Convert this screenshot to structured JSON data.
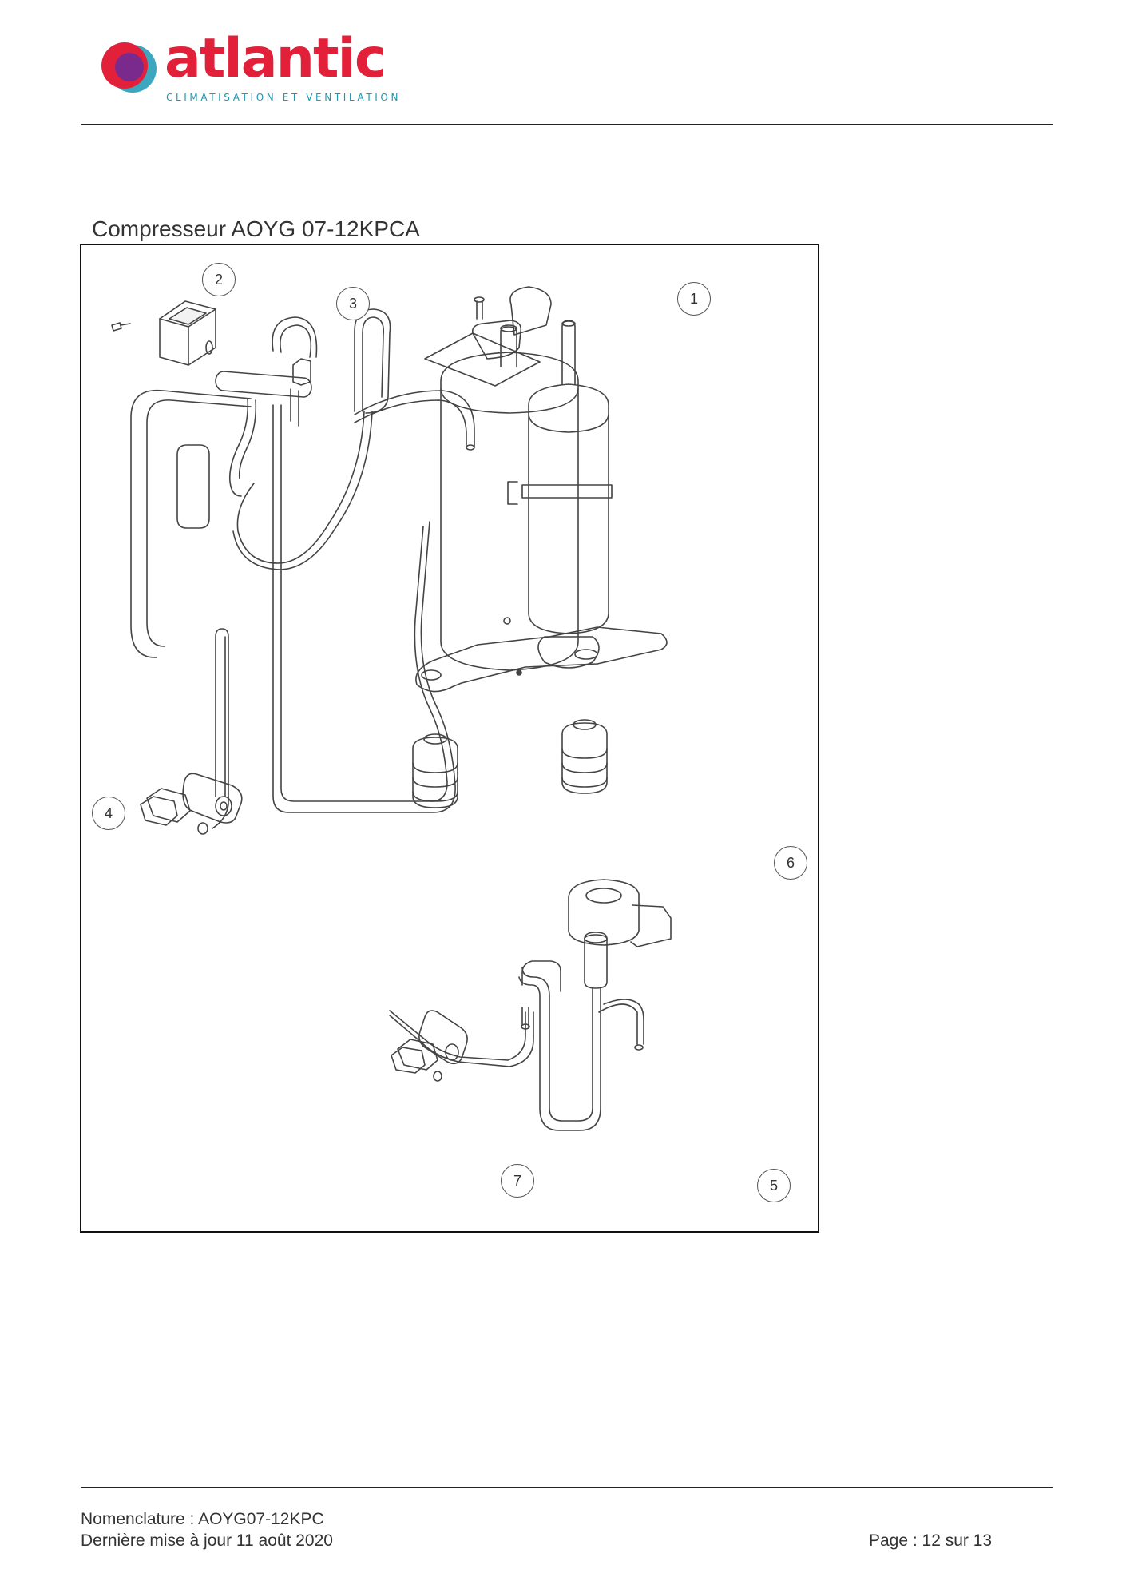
{
  "header": {
    "brand_name": "atlantic",
    "brand_tagline": "CLIMATISATION ET VENTILATION"
  },
  "title": "Compresseur AOYG 07-12KPCA",
  "callouts": [
    "1",
    "2",
    "3",
    "4",
    "5",
    "6",
    "7"
  ],
  "footer": {
    "nomenclature": "Nomenclature : AOYG07-12KPC",
    "last_update": "Dernière mise à jour 11 août 2020",
    "page": "Page : 12 sur 13"
  },
  "colors": {
    "brand_red": "#e3203a",
    "brand_teal": "#1b98b5",
    "logo_purple": "#7a2a8c"
  }
}
